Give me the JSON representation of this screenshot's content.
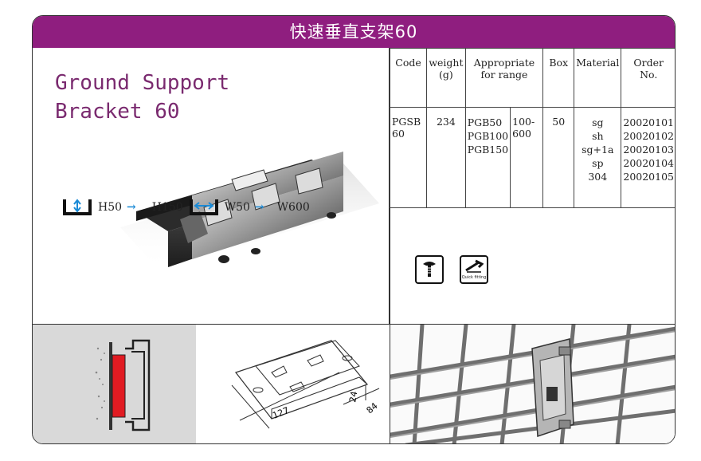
{
  "banner": {
    "title": "快速垂直支架60"
  },
  "product": {
    "title_line1": "Ground Support",
    "title_line2": "Bracket 60"
  },
  "table": {
    "headers": [
      "Code",
      "weight\n(g)",
      "Appropriate\nfor range",
      "Box",
      "Material",
      "Order\nNo."
    ],
    "row": {
      "code": "PGSB\n60",
      "weight": "234",
      "range_a": [
        "PGB50",
        "PGB100",
        "PGB150"
      ],
      "range_b": "100-600",
      "box": "50",
      "materials": [
        "sg",
        "sh",
        "sg+1a",
        "sp",
        "304"
      ],
      "orders": [
        "20020101",
        "20020102",
        "20020103",
        "20020104",
        "20020105"
      ]
    }
  },
  "ranges": {
    "h_from": "H50",
    "h_to": "H150",
    "w_from": "W50",
    "w_to": "W600",
    "arrow": "→"
  },
  "icons": {
    "quick_fitting_label": "Quick fitting"
  },
  "drawing": {
    "dim_length": "127",
    "dim_width": "84",
    "dim_height": "24"
  },
  "colors": {
    "banner": "#8f1e7f",
    "title": "#7a2a6f",
    "accent_arrow": "#1a8ad6",
    "bracket_red": "#e11b22"
  }
}
